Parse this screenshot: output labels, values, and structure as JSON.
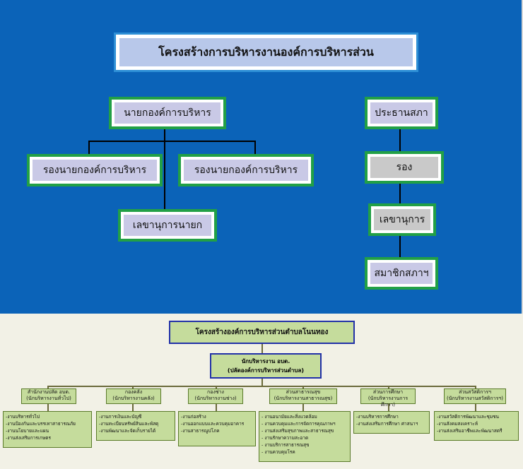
{
  "top": {
    "title": "โครงสร้างการบริหารงานองค์การบริหารส่วน",
    "executive": {
      "head": "นายกองค์การบริหาร",
      "deputy_left": "รองนายกองค์การบริหาร",
      "deputy_right": "รองนายกองค์การบริหาร",
      "secretary": "เลขานุการนายก"
    },
    "council": {
      "chair": "ประธานสภา",
      "vice": "รอง",
      "secretary": "เลขานุการ",
      "members": "สมาชิกสภาฯ"
    }
  },
  "bottom": {
    "title": "โครงสร้างองค์การบริหารส่วนตำบลโนนทอง",
    "chief_line1": "นักบริหารงาน อบต.",
    "chief_line2": "(ปลัดองค์การบริหารส่วนตำบล)",
    "departments": [
      {
        "name": "สำนักงานปลัด อบต.",
        "sub": "(นักบริหารงานทั่วไป)",
        "tasks": [
          "-งานบริหารทั่วไป",
          "-งานป้องกันและบรรเทาสาธารณภัย",
          "-งานนโยบายและแผน",
          "-งานส่งเสริมการเกษตร"
        ]
      },
      {
        "name": "กองคลัง",
        "sub": "(นักบริหารงานคลัง)",
        "tasks": [
          "-งานการเงินและบัญชี",
          "-งานทะเบียนทรัพย์สินและพัสดุ",
          "-งานพัฒนาและจัดเก็บรายได้"
        ]
      },
      {
        "name": "กองช่าง",
        "sub": "(นักบริหารงานช่าง)",
        "tasks": [
          "-งานก่อสร้าง",
          "-งานออกแบบและควบคุมอาคาร",
          "-งานสาธารณูปโภค"
        ]
      },
      {
        "name": "ส่วนสาธารณสุข",
        "sub": "(นักบริหารงานสาธารณสุข)",
        "tasks": [
          "- งานอนามัยและสิ่งแวดล้อม",
          "- งานควบคุมและการจัดการคุณภาพฯ",
          "- งานส่งเสริมสุขภาพและสาธารณสุข",
          "- งานรักษาความสะอาด",
          "- งานบริการสาธารณสุข",
          "- งานควบคุมโรค"
        ]
      },
      {
        "name": "ส่วนการศึกษา",
        "sub": "(นักบริหารงานการศึกษา)",
        "tasks": [
          "-งานบริหารการศึกษา",
          "-งานส่งเสริมการศึกษา ศาสนาฯ"
        ]
      },
      {
        "name": "ส่วนสวัสดิการฯ",
        "sub": "(นักบริหารงานสวัสดิการฯ)",
        "tasks": [
          "-งานสวัสดิการพัฒนาและชุมชน",
          "-งานสังคมสงเคราะห์",
          "-งานส่งเสริมอาชีพและพัฒนาสตรี"
        ]
      }
    ]
  },
  "colors": {
    "background_top": "#0b63b8",
    "box_border": "#22a046",
    "title_fill": "#b8c8ea",
    "lavender": "#c9c9e6",
    "gray": "#c9c9c9",
    "olive_box": "#c5dc9c",
    "navy_border": "#2231a8"
  }
}
